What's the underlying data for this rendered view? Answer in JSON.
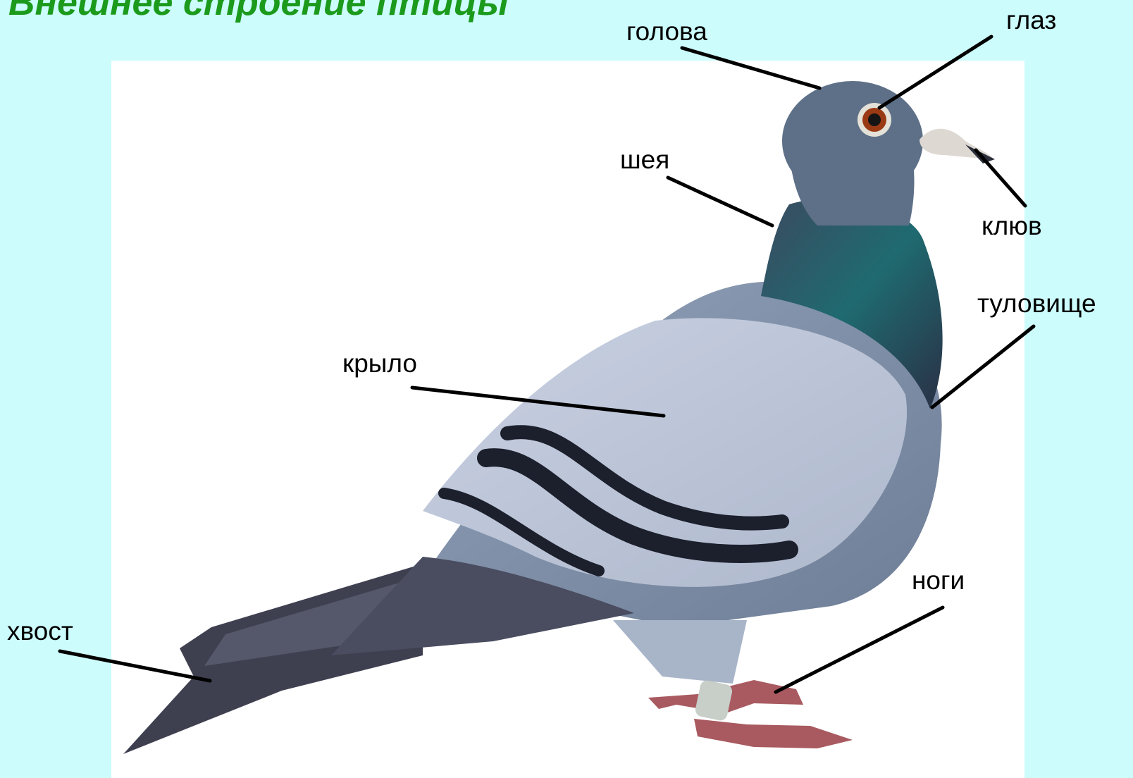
{
  "title": "Внешнее строение птицы",
  "illustration": "pigeon-photo",
  "labels": {
    "head": "голова",
    "eye": "глаз",
    "neck": "шея",
    "beak": "клюв",
    "body": "туловище",
    "wing": "крыло",
    "legs": "ноги",
    "tail": "хвост"
  },
  "colors": {
    "background": "#ccfcfc",
    "title": "#1c9a1c",
    "leader_line": "#000000"
  }
}
